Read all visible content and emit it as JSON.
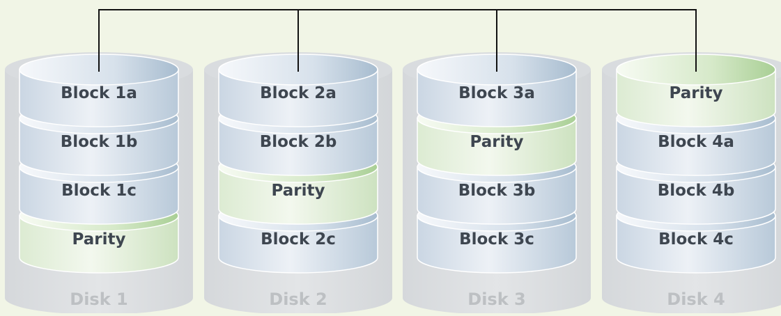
{
  "disks": [
    {
      "label": "Disk 1",
      "blocks": [
        {
          "label": "Block 1a",
          "kind": "data"
        },
        {
          "label": "Block 1b",
          "kind": "data"
        },
        {
          "label": "Block 1c",
          "kind": "data"
        },
        {
          "label": "Parity",
          "kind": "parity"
        }
      ]
    },
    {
      "label": "Disk 2",
      "blocks": [
        {
          "label": "Block 2a",
          "kind": "data"
        },
        {
          "label": "Block 2b",
          "kind": "data"
        },
        {
          "label": "Parity",
          "kind": "parity"
        },
        {
          "label": "Block 2c",
          "kind": "data"
        }
      ]
    },
    {
      "label": "Disk 3",
      "blocks": [
        {
          "label": "Block 3a",
          "kind": "data"
        },
        {
          "label": "Parity",
          "kind": "parity"
        },
        {
          "label": "Block 3b",
          "kind": "data"
        },
        {
          "label": "Block 3c",
          "kind": "data"
        }
      ]
    },
    {
      "label": "Disk 4",
      "blocks": [
        {
          "label": "Parity",
          "kind": "parity"
        },
        {
          "label": "Block 4a",
          "kind": "data"
        },
        {
          "label": "Block 4b",
          "kind": "data"
        },
        {
          "label": "Block 4c",
          "kind": "data"
        }
      ]
    }
  ],
  "colors": {
    "background": "#f1f5e6",
    "disk_body": "#e3e5e7",
    "disk_label": "#bdc0c3",
    "data_light": "#edf1f6",
    "data_dark": "#b8c9d9",
    "data_edge": "#9fb5cb",
    "parity_light": "#f3f8ee",
    "parity_dark": "#cde2c0",
    "parity_edge": "#a9cd98",
    "text": "#3e4650",
    "line": "#111111"
  }
}
